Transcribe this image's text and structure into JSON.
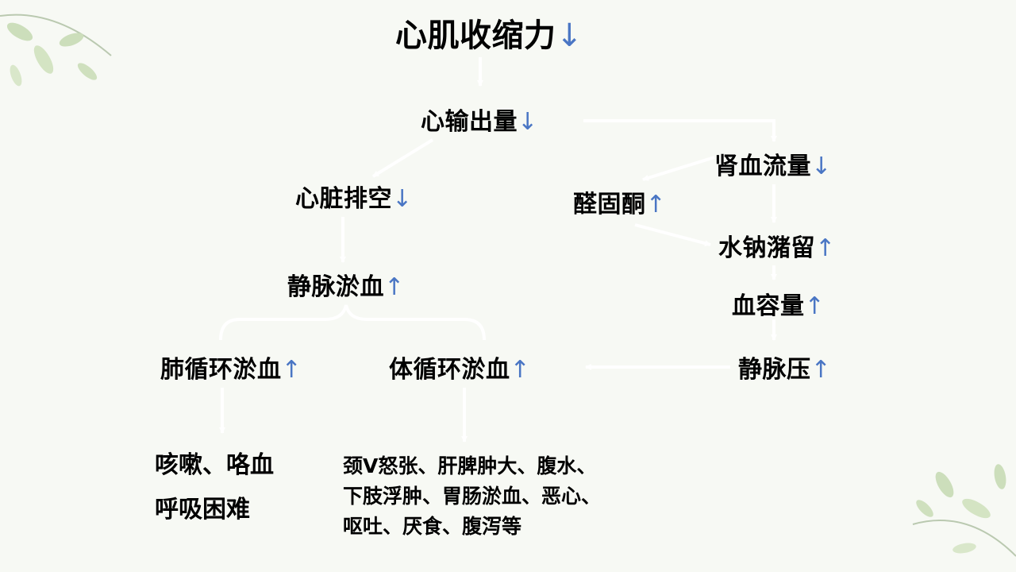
{
  "colors": {
    "background": "#f7f9f4",
    "arrow_up_down": "#4a76c4",
    "connector": "#ffffff",
    "leaf": "#a9c88d"
  },
  "nodes": {
    "myocardial_contractility": {
      "text": "心肌收缩力",
      "arrow": "↓"
    },
    "cardiac_output": {
      "text": "心输出量",
      "arrow": "↓"
    },
    "renal_blood_flow": {
      "text": "肾血流量",
      "arrow": "↓"
    },
    "aldosterone": {
      "text": "醛固酮",
      "arrow": "↑"
    },
    "cardiac_emptying": {
      "text": "心脏排空",
      "arrow": "↓"
    },
    "water_sodium_retention": {
      "text": "水钠潴留",
      "arrow": "↑"
    },
    "venous_congestion": {
      "text": "静脉淤血",
      "arrow": "↑"
    },
    "blood_volume": {
      "text": "血容量",
      "arrow": "↑"
    },
    "pulmonary_congestion": {
      "text": "肺循环淤血",
      "arrow": "↑"
    },
    "systemic_congestion": {
      "text": "体循环淤血",
      "arrow": "↑"
    },
    "venous_pressure": {
      "text": "静脉压",
      "arrow": "↑"
    }
  },
  "symptoms": {
    "pulmonary": [
      "咳嗽、咯血",
      "呼吸困难"
    ],
    "systemic": [
      "颈V怒张、肝脾肿大、腹水、",
      "下肢浮肿、胃肠淤血、恶心、",
      "呕吐、厌食、腹泻等"
    ]
  }
}
